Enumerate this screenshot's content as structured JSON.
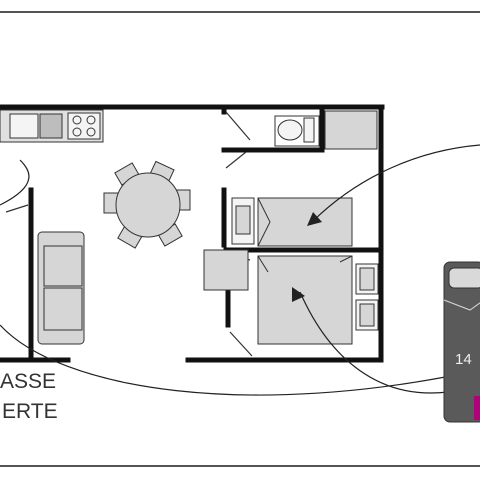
{
  "floorplan": {
    "terrace_label_line1": "ASSE",
    "terrace_label_line2": "ERTE",
    "bed_size_label": "14",
    "rooms": [
      "kitchen",
      "living-area",
      "bathroom",
      "wc",
      "bedroom-1",
      "bedroom-2",
      "terrace"
    ],
    "colors": {
      "wall": "#111111",
      "frame": "#555555",
      "furniture_fill": "#d6d6d6",
      "furniture_stroke": "#333333",
      "bed_dark": "#5a5a5a",
      "bed_light": "#d9d9d9",
      "accent_magenta": "#b0007a"
    }
  }
}
